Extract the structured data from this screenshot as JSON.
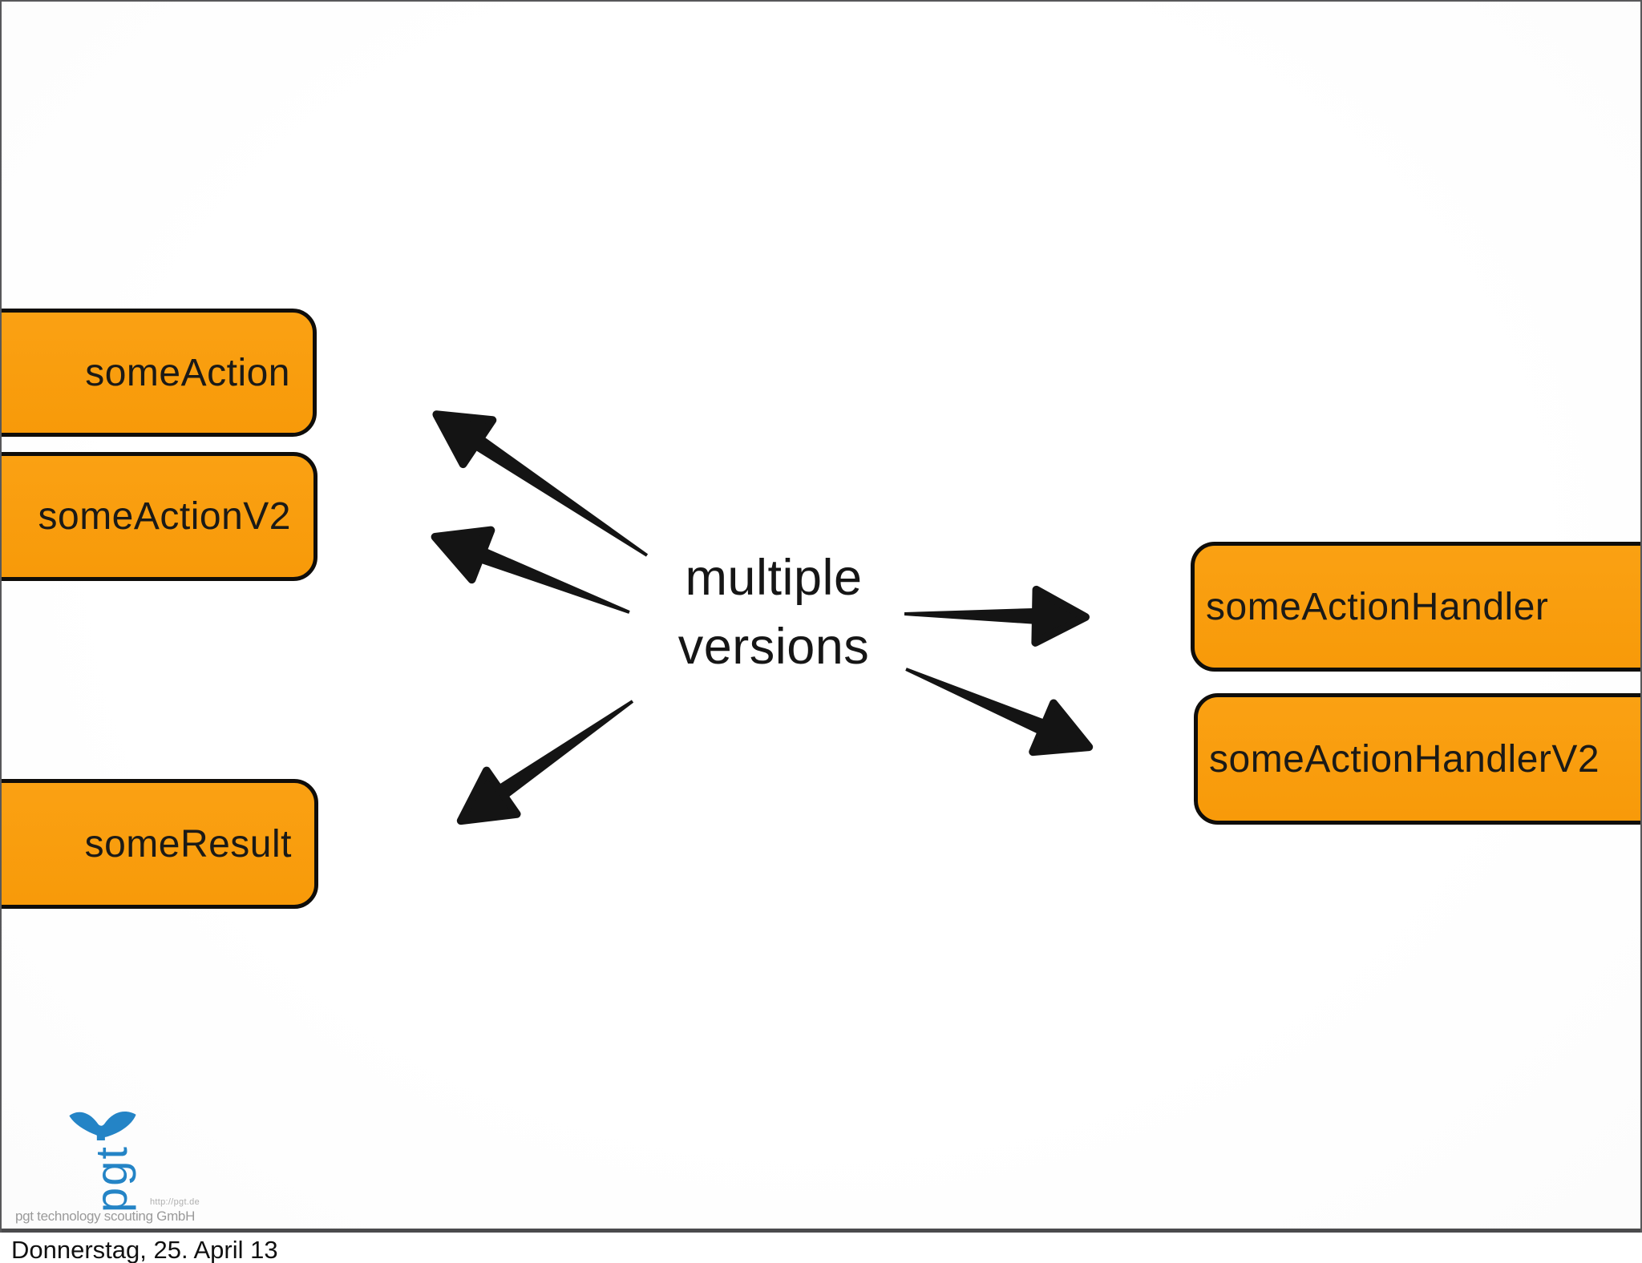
{
  "slide": {
    "center_label": {
      "line1": "multiple",
      "line2": "versions"
    },
    "left_boxes": [
      {
        "label": "someAction"
      },
      {
        "label": "someActionV2"
      },
      {
        "label": "someResult"
      }
    ],
    "right_boxes": [
      {
        "label": "someActionHandler"
      },
      {
        "label": "someActionHandlerV2"
      }
    ],
    "colors": {
      "box_fill": "#F99C0B",
      "box_border": "#0F0D0A",
      "box_text": "#1B1A17",
      "arrow": "#141414",
      "slide_border": "#58585A",
      "logo_blue": "#2484C6"
    },
    "icons": {
      "logo": "whale-tail-icon",
      "arrows": [
        "arrow-to-someaction",
        "arrow-to-someactionv2",
        "arrow-to-someresult",
        "arrow-to-someactionhandler",
        "arrow-to-someactionhandlerv2"
      ]
    }
  },
  "logo": {
    "mark": "pgt",
    "url_caption": "http://pgt.de",
    "company": "pgt technology scouting GmbH"
  },
  "footer": {
    "date": "Donnerstag, 25. April 13"
  }
}
